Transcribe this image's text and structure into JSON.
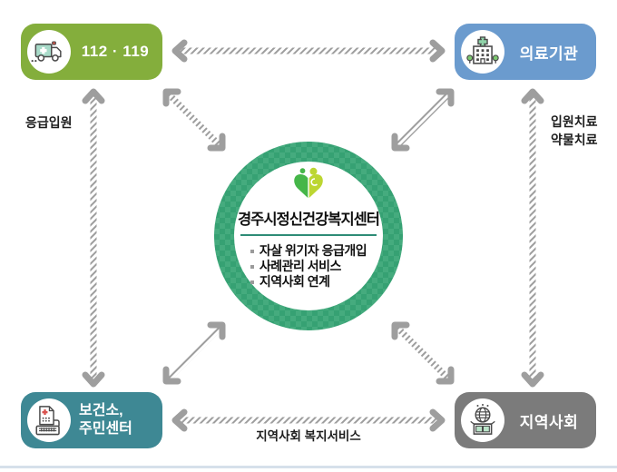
{
  "nodes": {
    "emergency": {
      "label": "112 · 119",
      "color": "#84ae3c",
      "icon": "ambulance-icon"
    },
    "medical": {
      "label": "의료기관",
      "color": "#6b9bce",
      "icon": "hospital-icon"
    },
    "public_health": {
      "label_line1": "보건소,",
      "label_line2": "주민센터",
      "color": "#3e8894",
      "icon": "document-keyboard-icon"
    },
    "community": {
      "label": "지역사회",
      "color": "#7b7b7b",
      "icon": "globe-box-icon"
    }
  },
  "center": {
    "title": "경주시정신건강복지센터",
    "services": [
      "자살 위기자 응급개입",
      "사례관리 서비스",
      "지역사회 연계"
    ],
    "logo": "two-people-heart-logo",
    "ring_color": "#36a173",
    "divider_color": "#2e8c76"
  },
  "edge_labels": {
    "left": "응급입원",
    "right_line1": "입원치료",
    "right_line2": "약물치료",
    "bottom": "지역사회 복지서비스"
  },
  "colors": {
    "arrow": "#9e9e9e",
    "background": "#ffffff",
    "bottom_divider": "#d6e0ea",
    "text_dark": "#1d1d1d"
  }
}
